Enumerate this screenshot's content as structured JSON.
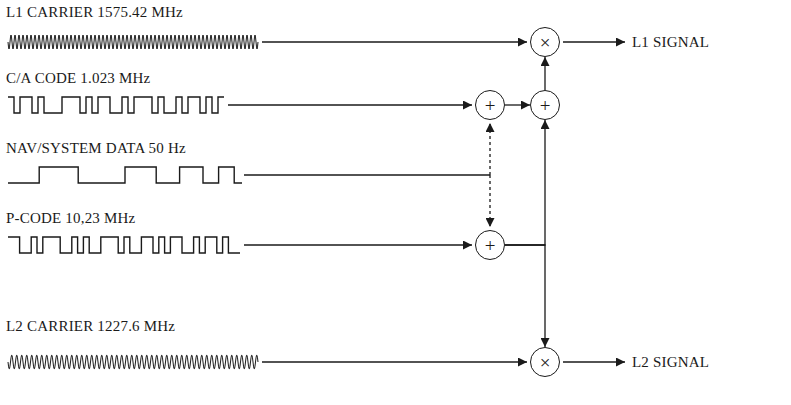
{
  "diagram": {
    "nodes": [
      {
        "text": [
          "×"
        ]
      },
      {
        "text": [
          "+"
        ]
      },
      {
        "text": [
          "+"
        ]
      },
      {
        "text": [
          "+"
        ]
      },
      {
        "text": [
          "×"
        ]
      }
    ],
    "edges": [
      {
        "from": 1,
        "to": 2,
        "arrow": "to"
      },
      {
        "from": 2,
        "to": 0,
        "arrow": "to"
      },
      {
        "from": 3,
        "to": 2,
        "arrow": "to"
      },
      {
        "from": 3,
        "to": 4,
        "arrow": "to"
      }
    ],
    "labels": [
      "L1 CARRIER 1575.42 MHz",
      "C/A CODE 1.023 MHz",
      "NAV/SYSTEM DATA 50 Hz",
      "P-CODE 10,23 MHz",
      "L2 CARRIER 1227.6 MHz",
      "L1 SIGNAL",
      "L2 SIGNAL"
    ]
  }
}
